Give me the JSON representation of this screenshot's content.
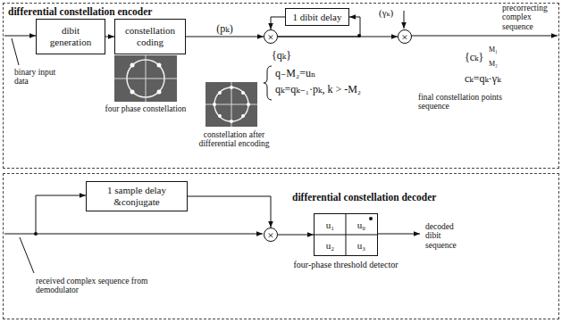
{
  "diagram": {
    "nodes": [
      {
        "text": [
          "differential constellation encoder"
        ]
      },
      {
        "text": [
          "dibit generation"
        ],
        "in": 0
      },
      {
        "text": [
          "constellation coding"
        ],
        "in": 0
      },
      {
        "text": [
          "×"
        ],
        "in": 0
      },
      {
        "text": [
          "1 dibit delay"
        ],
        "in": 0
      },
      {
        "text": [
          "×"
        ],
        "in": 0
      },
      {
        "text": [
          "differential constellation decoder"
        ]
      },
      {
        "text": [
          "1 sample delay &conjugate"
        ],
        "in": 6
      },
      {
        "text": [
          "×"
        ],
        "in": 6
      },
      {
        "text": [
          "u₁",
          "u₀",
          "u₂",
          "u₃",
          "four-phase threshold detector"
        ],
        "in": 6
      }
    ],
    "edges": [
      {
        "from": 1,
        "to": 2,
        "arrow": "to"
      },
      {
        "from": 2,
        "to": 3,
        "label": "(pₖ)",
        "arrow": "to"
      },
      {
        "from": 3,
        "to": 4,
        "arrow": "to"
      },
      {
        "from": 4,
        "to": 3,
        "arrow": "to"
      },
      {
        "from": 3,
        "to": 5,
        "arrow": "to"
      },
      {
        "from": 7,
        "to": 8,
        "arrow": "to"
      },
      {
        "from": 8,
        "to": 9,
        "arrow": "to"
      }
    ],
    "labels": [
      "binary input data",
      "four phase constellation",
      "constellation after differential encoding",
      "(γₖ)",
      "precorrecting complex sequence",
      "{qₖ}",
      "q₋M₂=uₙ",
      "qₖ=qₖ₋₁·pₖ, k > -M₂",
      "{cₖ}",
      "M₁",
      "M₂",
      "cₖ=qₖ·γₖ",
      "final constellation points sequence",
      "decoded dibit sequence",
      "received complex sequence from demodulator"
    ]
  }
}
